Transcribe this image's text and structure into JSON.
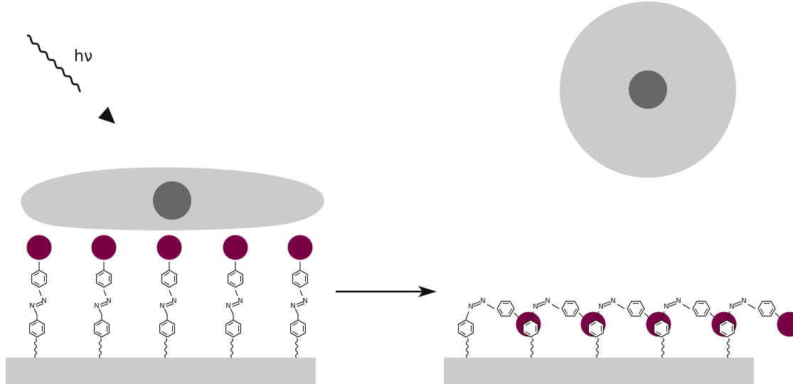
{
  "light": {
    "label": "hν"
  },
  "azo": {
    "atom_label": "N"
  },
  "panels": {
    "left": {
      "state": "trans",
      "linker_count": 5
    },
    "right": {
      "state": "cis",
      "linker_count": 5
    }
  },
  "colors": {
    "substrate": "#cbcbcb",
    "cell_body": "#cbcbcb",
    "nucleus": "#666666",
    "ligand": "#7a0046",
    "stroke": "#111111"
  }
}
